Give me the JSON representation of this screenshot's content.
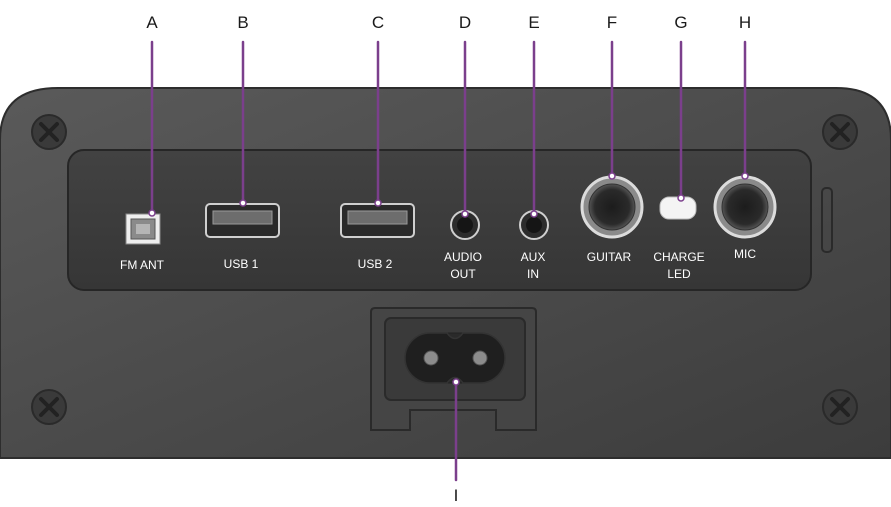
{
  "diagram": {
    "callouts": [
      {
        "letter": "A",
        "target": "fm-antenna-socket"
      },
      {
        "letter": "B",
        "target": "usb-1-port"
      },
      {
        "letter": "C",
        "target": "usb-2-port"
      },
      {
        "letter": "D",
        "target": "audio-out-jack"
      },
      {
        "letter": "E",
        "target": "aux-in-jack"
      },
      {
        "letter": "F",
        "target": "guitar-jack"
      },
      {
        "letter": "G",
        "target": "charge-led"
      },
      {
        "letter": "H",
        "target": "mic-jack"
      },
      {
        "letter": "I",
        "target": "power-inlet"
      }
    ],
    "port_labels": {
      "fm_ant": "FM ANT",
      "usb1": "USB 1",
      "usb2": "USB 2",
      "audio_out_line1": "AUDIO",
      "audio_out_line2": "OUT",
      "aux_in_line1": "AUX",
      "aux_in_line2": "IN",
      "guitar": "GUITAR",
      "charge_line1": "CHARGE",
      "charge_line2": "LED",
      "mic": "MIC"
    },
    "colors": {
      "panel": "#4a4a4a",
      "panel_inner": "#3a3a3a",
      "leader_line": "#7b3f8c",
      "port_outline": "#cfcfcf",
      "letters": "#1a1a1a"
    },
    "icons": [
      "screw-icon",
      "usb-icon",
      "jack-icon",
      "figure-8-power-icon"
    ]
  }
}
